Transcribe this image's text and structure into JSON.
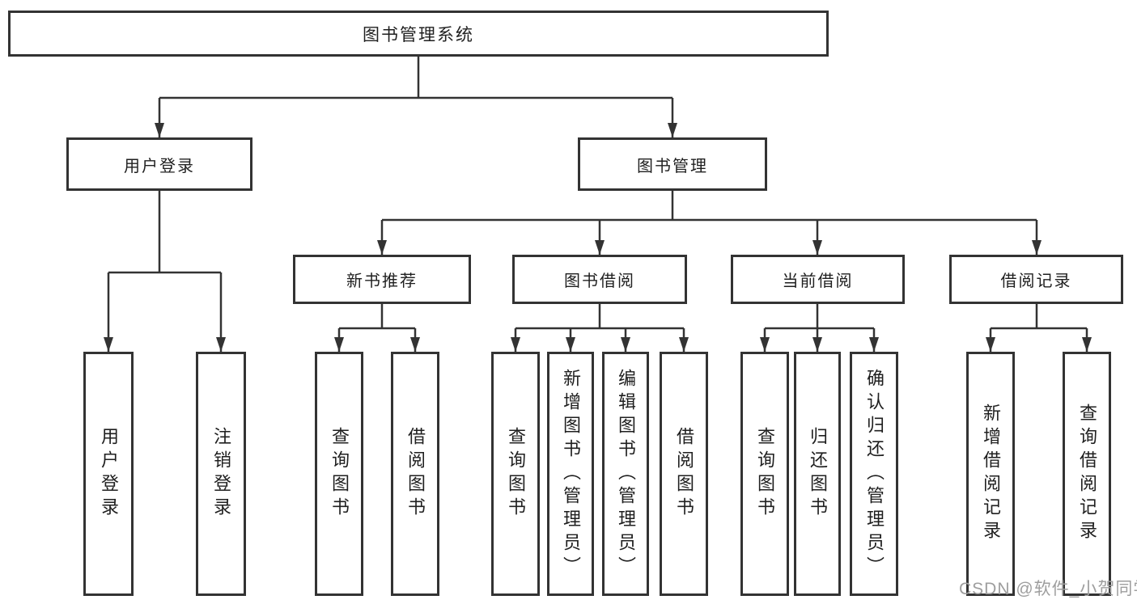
{
  "diagram": {
    "tree": {
      "label": "图书管理系统",
      "children": [
        {
          "label": "用户登录",
          "children": [
            {
              "label": "用户登录"
            },
            {
              "label": "注销登录"
            }
          ]
        },
        {
          "label": "图书管理",
          "children": [
            {
              "label": "新书推荐",
              "children": [
                {
                  "label": "查询图书"
                },
                {
                  "label": "借阅图书"
                }
              ]
            },
            {
              "label": "图书借阅",
              "children": [
                {
                  "label": "查询图书"
                },
                {
                  "label": "新增图书（管理员）"
                },
                {
                  "label": "编辑图书（管理员）"
                },
                {
                  "label": "借阅图书"
                }
              ]
            },
            {
              "label": "当前借阅",
              "children": [
                {
                  "label": "查询图书"
                },
                {
                  "label": "归还图书"
                },
                {
                  "label": "确认归还（管理员）"
                }
              ]
            },
            {
              "label": "借阅记录",
              "children": [
                {
                  "label": "新增借阅记录"
                },
                {
                  "label": "查询借阅记录"
                }
              ]
            }
          ]
        }
      ]
    }
  },
  "watermark": "CSDN @软件_小贺同学",
  "colors": {
    "line": "#333333",
    "box_border": "#333333",
    "text": "#1f1f1f",
    "watermark": "#9e9e9e",
    "background": "#ffffff"
  }
}
